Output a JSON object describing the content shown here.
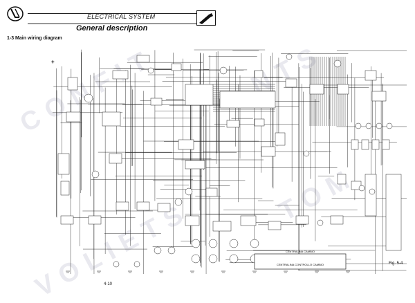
{
  "header": {
    "section_title": "ELECTRICAL SYSTEM",
    "logo_icon": "lamborghini-logo-icon",
    "right_icon": "wrench-icon"
  },
  "subtitle": "General description",
  "section_heading": "1-3 Main wiring diagram",
  "diagram": {
    "ecu_label": "CENTRALINA CONTROLLO CAMBIO",
    "ecu_small_label": "CENTRALINA CAMBIO",
    "plus_marker": "+"
  },
  "figure_label": "Fig. 5-4",
  "page_number": "4-10"
}
